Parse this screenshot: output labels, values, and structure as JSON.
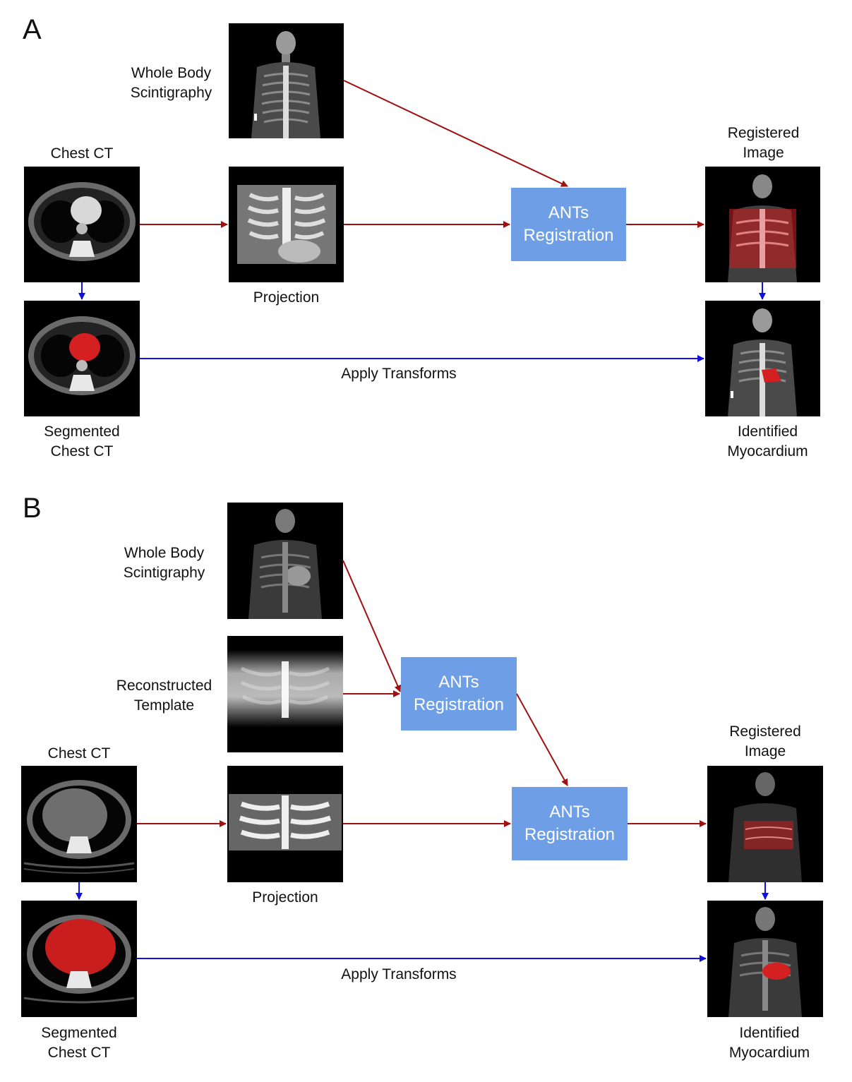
{
  "colors": {
    "flow_arrow": "#a01010",
    "transform_arrow": "#1010e0",
    "ants_box": "#6e9fe6",
    "overlay_red": "#d42020"
  },
  "panel_a": {
    "letter": "A",
    "wbs_label": "Whole Body\nScintigraphy",
    "chest_ct_label": "Chest CT",
    "projection_label": "Projection",
    "ants_label": "ANTs\nRegistration",
    "registered_label": "Registered\nImage",
    "apply_label": "Apply Transforms",
    "segmented_label": "Segmented\nChest CT",
    "identified_label": "Identified\nMyocardium"
  },
  "panel_b": {
    "letter": "B",
    "wbs_label": "Whole Body\nScintigraphy",
    "template_label": "Reconstructed\nTemplate",
    "chest_ct_label": "Chest CT",
    "projection_label": "Projection",
    "ants1_label": "ANTs\nRegistration",
    "ants2_label": "ANTs\nRegistration",
    "registered_label": "Registered\nImage",
    "apply_label": "Apply Transforms",
    "segmented_label": "Segmented\nChest CT",
    "identified_label": "Identified\nMyocardium"
  }
}
